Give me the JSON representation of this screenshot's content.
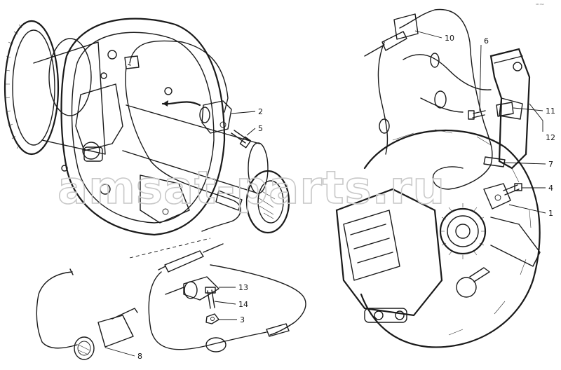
{
  "watermark": "amsat-parts.ru",
  "corner_mark": "ⁿ⁰ ⁿⁿⁿ",
  "callouts": [
    {
      "id": "c1",
      "label": "1"
    },
    {
      "id": "c2",
      "label": "2"
    },
    {
      "id": "c3",
      "label": "3"
    },
    {
      "id": "c4",
      "label": "4"
    },
    {
      "id": "c5",
      "label": "5"
    },
    {
      "id": "c6",
      "label": "6"
    },
    {
      "id": "c7",
      "label": "7"
    },
    {
      "id": "c8",
      "label": "8"
    },
    {
      "id": "c10",
      "label": "10"
    },
    {
      "id": "c11",
      "label": "11"
    },
    {
      "id": "c12",
      "label": "12"
    },
    {
      "id": "c13",
      "label": "13"
    },
    {
      "id": "c14",
      "label": "14"
    }
  ]
}
